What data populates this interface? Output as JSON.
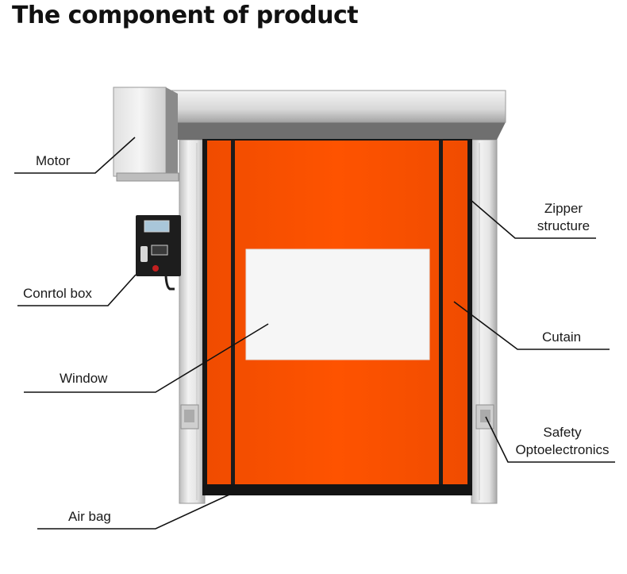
{
  "title": "The component of product",
  "colors": {
    "curtain": "#fb5100",
    "curtain_edge": "#f24a00",
    "zipper_track": "#1c1c1c",
    "window": "#f6f6f6",
    "frame_metal": "#dcdcdc",
    "callout_line": "#111111"
  },
  "labels": {
    "motor": "Motor",
    "control_box": "Conrtol box",
    "window": "Window",
    "air_bag": "Air bag",
    "zipper_line1": "Zipper",
    "zipper_line2": "structure",
    "curtain": "Cutain",
    "safety_line1": "Safety",
    "safety_line2": "Optoelectronics"
  }
}
